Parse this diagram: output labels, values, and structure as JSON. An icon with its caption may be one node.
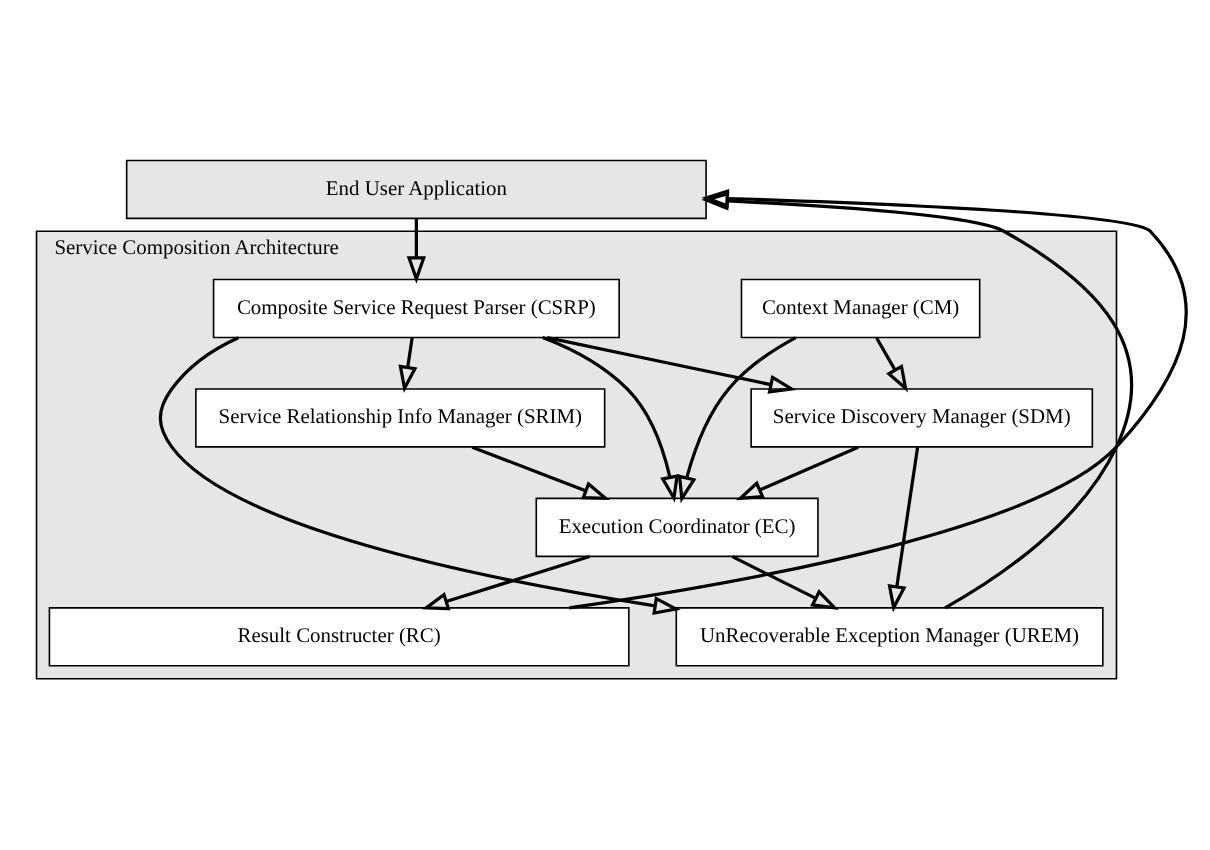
{
  "diagram": {
    "nodes": [
      {
        "text": [
          "End User Application"
        ]
      },
      {
        "text": [
          "Service Composition Architecture"
        ]
      },
      {
        "text": [
          "Composite Service Request Parser (CSRP)"
        ],
        "in": 1
      },
      {
        "text": [
          "Service Relationship Info Manager (SRIM)"
        ],
        "in": 1
      },
      {
        "text": [
          "Context Manager (CM)"
        ],
        "in": 1
      },
      {
        "text": [
          "Service Discovery Manager (SDM)"
        ],
        "in": 1
      },
      {
        "text": [
          "Execution Coordinator (EC)"
        ],
        "in": 1
      },
      {
        "text": [
          "UnRecoverable Exception Manager (UREM)"
        ],
        "in": 1
      },
      {
        "text": [
          "Result Constructer (RC)"
        ],
        "in": 1
      }
    ],
    "edges": [
      {
        "from": 0,
        "to": 2,
        "arrow": "to"
      },
      {
        "from": 2,
        "to": 3,
        "arrow": "to"
      },
      {
        "from": 2,
        "to": 7,
        "arrow": "to"
      },
      {
        "from": 2,
        "to": 5,
        "arrow": "to"
      },
      {
        "from": 2,
        "to": 6,
        "arrow": "to"
      },
      {
        "from": 4,
        "to": 5,
        "arrow": "to"
      },
      {
        "from": 4,
        "to": 6,
        "arrow": "to"
      },
      {
        "from": 3,
        "to": 6,
        "arrow": "to"
      },
      {
        "from": 5,
        "to": 6,
        "arrow": "to"
      },
      {
        "from": 5,
        "to": 7,
        "arrow": "to"
      },
      {
        "from": 6,
        "to": 7,
        "arrow": "to"
      },
      {
        "from": 6,
        "to": 8,
        "arrow": "to"
      },
      {
        "from": 7,
        "to": 0,
        "arrow": "to"
      },
      {
        "from": 8,
        "to": 0,
        "arrow": "to"
      }
    ]
  }
}
